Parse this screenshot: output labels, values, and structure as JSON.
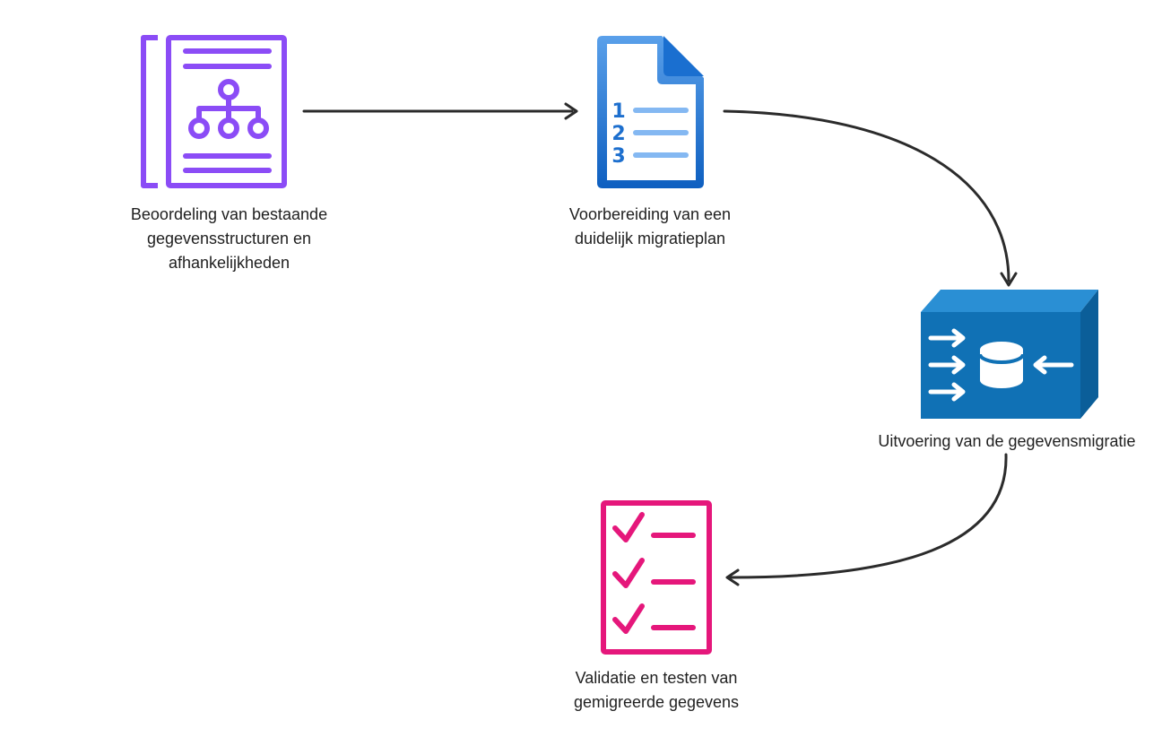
{
  "diagram": {
    "steps": [
      {
        "id": "assessment",
        "icon": "org-chart-document-icon",
        "color": "#8b4cf6",
        "lines": [
          "Beoordeling van bestaande",
          "gegevensstructuren en",
          "afhankelijkheden"
        ]
      },
      {
        "id": "plan",
        "icon": "numbered-list-document-icon",
        "color": "#1f78d1",
        "lines": [
          "Voorbereiding van een",
          "duidelijk migratieplan"
        ]
      },
      {
        "id": "execution",
        "icon": "data-migration-cube-icon",
        "color": "#1071b5",
        "lines": [
          "Uitvoering van de gegevensmigratie"
        ]
      },
      {
        "id": "validation",
        "icon": "checklist-icon",
        "color": "#e5177b",
        "lines": [
          "Validatie en testen van",
          "gemigreerde gegevens"
        ]
      }
    ],
    "plan_icon_numbers": [
      "1",
      "2",
      "3"
    ],
    "connector_color": "#2b2b2b"
  }
}
